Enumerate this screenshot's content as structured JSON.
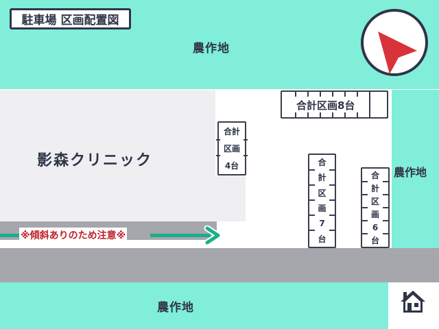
{
  "map": {
    "title": "駐車場 区画配置図",
    "colors": {
      "field": "#80eed9",
      "building": "#efeff2",
      "road": "#a6a6ad",
      "outline": "#2f3447",
      "arrow": "#1aaf8b",
      "warning_text": "#c0202a",
      "compass_pointer": "#d8333b"
    },
    "fields": {
      "top_label": "農作地",
      "right_label": "農作地",
      "bottom_label": "農作地"
    },
    "building": {
      "label": "影森クリニック"
    },
    "slope_warning": {
      "label": "※傾斜ありのため注意※",
      "direction": "right"
    },
    "parking_lots": [
      {
        "id": "lot-8",
        "label": "合計区画8台",
        "count": 8,
        "orientation": "horizontal"
      },
      {
        "id": "lot-4",
        "lines": [
          "合計",
          "区画",
          "4台"
        ],
        "count": 4,
        "orientation": "vertical"
      },
      {
        "id": "lot-7",
        "lines": [
          "合",
          "計",
          "区",
          "画",
          "7",
          "台"
        ],
        "count": 7,
        "orientation": "vertical"
      },
      {
        "id": "lot-6",
        "lines": [
          "合",
          "計",
          "区",
          "画",
          "6",
          "台"
        ],
        "count": 6,
        "orientation": "vertical"
      }
    ],
    "icons": {
      "compass": "compass-north-arrow-icon",
      "home": "house-icon"
    }
  }
}
